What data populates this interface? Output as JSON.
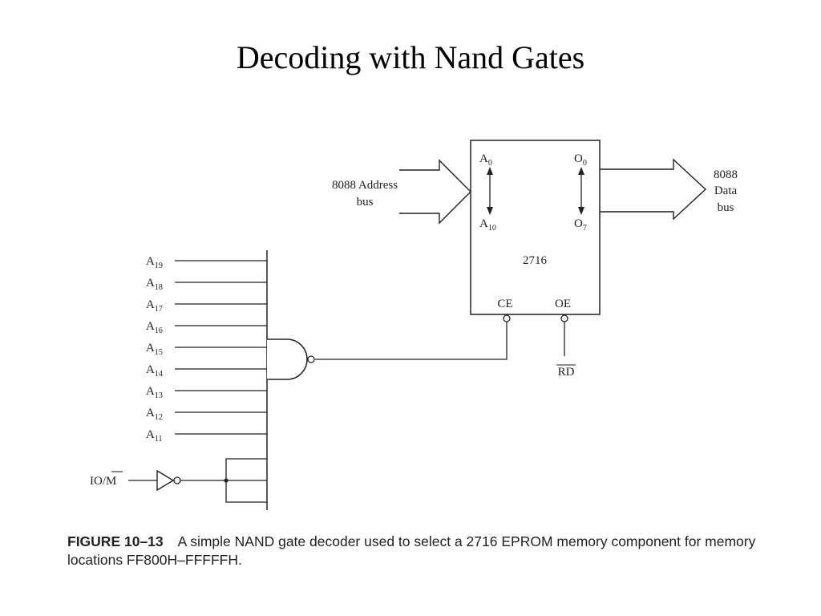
{
  "slide": {
    "title": "Decoding with Nand Gates"
  },
  "diagram": {
    "address_bus_label": [
      "8088 Address",
      "bus"
    ],
    "data_bus_label": [
      "8088",
      "Data",
      "bus"
    ],
    "chip": {
      "part_number": "2716",
      "pins": {
        "a_first": {
          "base": "A",
          "sub": "0"
        },
        "a_last": {
          "base": "A",
          "sub": "10"
        },
        "o_first": {
          "base": "O",
          "sub": "0"
        },
        "o_last": {
          "base": "O",
          "sub": "7"
        },
        "ce": "CE",
        "oe": "OE"
      }
    },
    "rd_label": "RD",
    "address_inputs": [
      {
        "base": "A",
        "sub": "19"
      },
      {
        "base": "A",
        "sub": "18"
      },
      {
        "base": "A",
        "sub": "17"
      },
      {
        "base": "A",
        "sub": "16"
      },
      {
        "base": "A",
        "sub": "15"
      },
      {
        "base": "A",
        "sub": "14"
      },
      {
        "base": "A",
        "sub": "13"
      },
      {
        "base": "A",
        "sub": "12"
      },
      {
        "base": "A",
        "sub": "11"
      }
    ],
    "io_m_label": {
      "io": "IO/",
      "m": "M"
    }
  },
  "caption": {
    "figure_label": "FIGURE 10–13",
    "text": "A simple NAND gate decoder used to select a 2716 EPROM memory component for memory locations FF800H–FFFFFH."
  }
}
